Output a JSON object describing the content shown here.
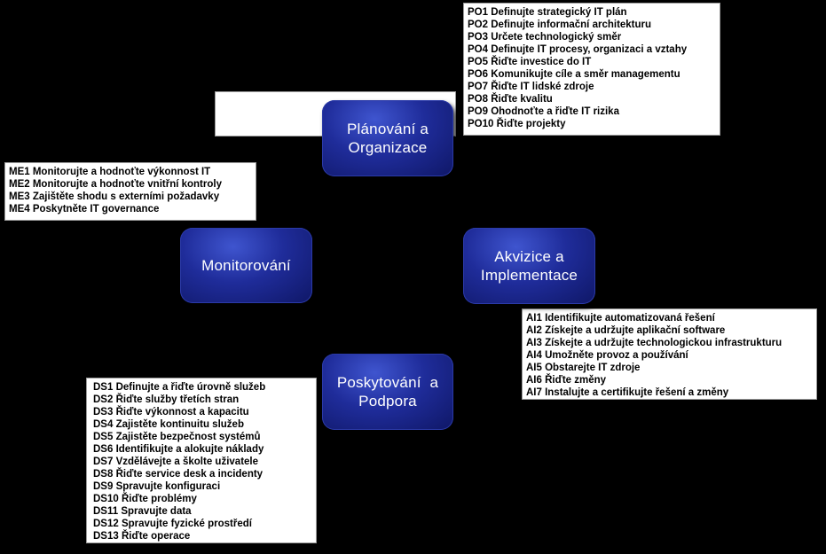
{
  "nodes": {
    "po": {
      "line1": "Plánování a",
      "line2": "Organizace"
    },
    "ai": {
      "line1": "Akvizice a",
      "line2": "Implementace"
    },
    "ds": {
      "line1": "Poskytování  a",
      "line2": "Podpora"
    },
    "me": {
      "line1": "Monitorování"
    }
  },
  "panels": {
    "po": [
      "PO1 Definujte strategický IT plán",
      "PO2 Definujte informační architekturu",
      "PO3 Určete technologický směr",
      "PO4 Definujte IT procesy, organizaci a vztahy",
      "PO5 Řiďte investice do IT",
      "PO6 Komunikujte cíle a směr managementu",
      "PO7 Řiďte IT lidské zdroje",
      "PO8 Řiďte kvalitu",
      "PO9 Ohodnoťte a řiďte IT rizika",
      "PO10 Řiďte projekty"
    ],
    "me": [
      "ME1 Monitorujte a hodnoťte výkonnost IT",
      "ME2 Monitorujte a hodnoťte vnitřní kontroly",
      "ME3 Zajištěte shodu s externími požadavky",
      "ME4 Poskytněte IT governance"
    ],
    "ai": [
      "AI1 Identifikujte automatizovaná řešení",
      "AI2 Získejte a udržujte aplikační software",
      "AI3 Získejte a udržujte technologickou infrastrukturu",
      "AI4 Umožněte provoz a používání",
      "AI5 Obstarejte IT zdroje",
      "AI6 Řiďte změny",
      "AI7 Instalujte a certifikujte řešení a změny"
    ],
    "ds": [
      "DS1 Definujte a řiďte úrovně služeb",
      "DS2 Řiďte služby třetích stran",
      "DS3 Řiďte výkonnost a kapacitu",
      "DS4 Zajistěte kontinuitu služeb",
      "DS5 Zajistěte bezpečnost systémů",
      "DS6 Identifikujte a alokujte náklady",
      "DS7 Vzdělávejte a školte uživatele",
      "DS8 Řiďte service desk a incidenty",
      "DS9 Spravujte konfiguraci",
      "DS10 Řiďte problémy",
      "DS11 Spravujte data",
      "DS12 Spravujte fyzické prostředí",
      "DS13 Řiďte operace"
    ]
  }
}
